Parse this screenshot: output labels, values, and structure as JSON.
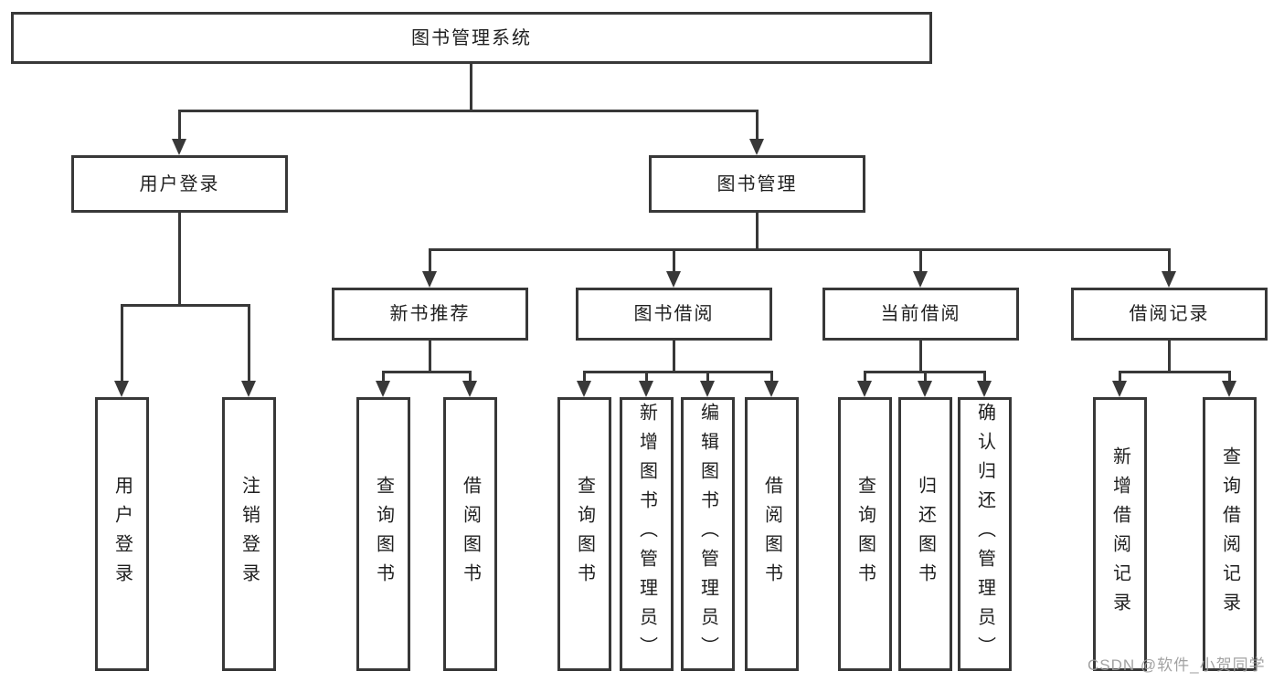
{
  "diagram": {
    "type": "hierarchy-tree",
    "title": "图书管理系统"
  },
  "colors": {
    "line": "#383838",
    "text": "#1f1f1f",
    "background": "#ffffff",
    "watermark": "#9b9b9b"
  },
  "nodes": {
    "root": "图书管理系统",
    "level2": [
      "用户登录",
      "图书管理"
    ],
    "level3": [
      "新书推荐",
      "图书借阅",
      "当前借阅",
      "借阅记录"
    ],
    "leaves_login": [
      "用户登录",
      "注销登录"
    ],
    "leaves_recommend": [
      "查询图书",
      "借阅图书"
    ],
    "leaves_borrow": [
      "查询图书",
      "新增图书（管理员）",
      "编辑图书（管理员）",
      "借阅图书"
    ],
    "leaves_current": [
      "查询图书",
      "归还图书",
      "确认归还（管理员）"
    ],
    "leaves_records": [
      "新增借阅记录",
      "查询借阅记录"
    ]
  },
  "watermark": "CSDN @软件_小贺同学"
}
